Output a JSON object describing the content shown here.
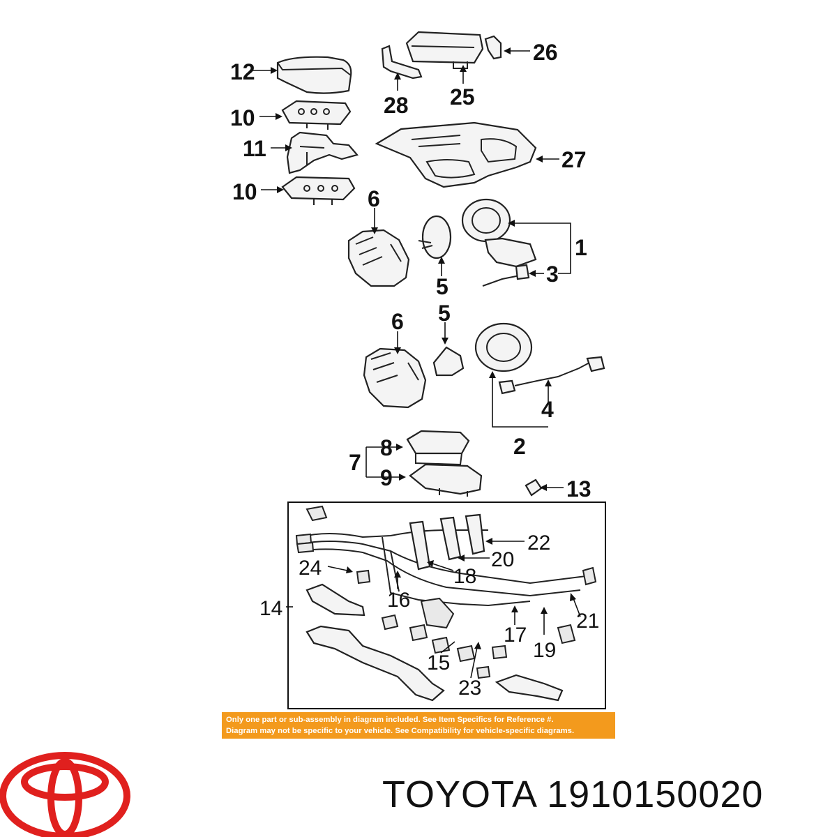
{
  "callouts": {
    "c1": "1",
    "c2": "2",
    "c3": "3",
    "c4": "4",
    "c5a": "5",
    "c5b": "5",
    "c6a": "6",
    "c6b": "6",
    "c7": "7",
    "c8": "8",
    "c9": "9",
    "c10a": "10",
    "c10b": "10",
    "c11": "11",
    "c12": "12",
    "c13": "13",
    "c14": "14",
    "c15": "15",
    "c16": "16",
    "c17": "17",
    "c18": "18",
    "c19": "19",
    "c20": "20",
    "c21": "21",
    "c22": "22",
    "c23": "23",
    "c24": "24",
    "c25": "25",
    "c26": "26",
    "c27": "27",
    "c28": "28"
  },
  "notice": {
    "line1": "Only one part or sub-assembly in diagram included. See Item Specifics for Reference #.",
    "line2": "Diagram may not be specific to your vehicle. See Compatibility for vehicle-specific diagrams."
  },
  "footer": {
    "brand": "TOYOTA",
    "part_number": "1910150020"
  },
  "colors": {
    "notice_background": "#f39a1d",
    "logo_red": "#e0201e"
  }
}
